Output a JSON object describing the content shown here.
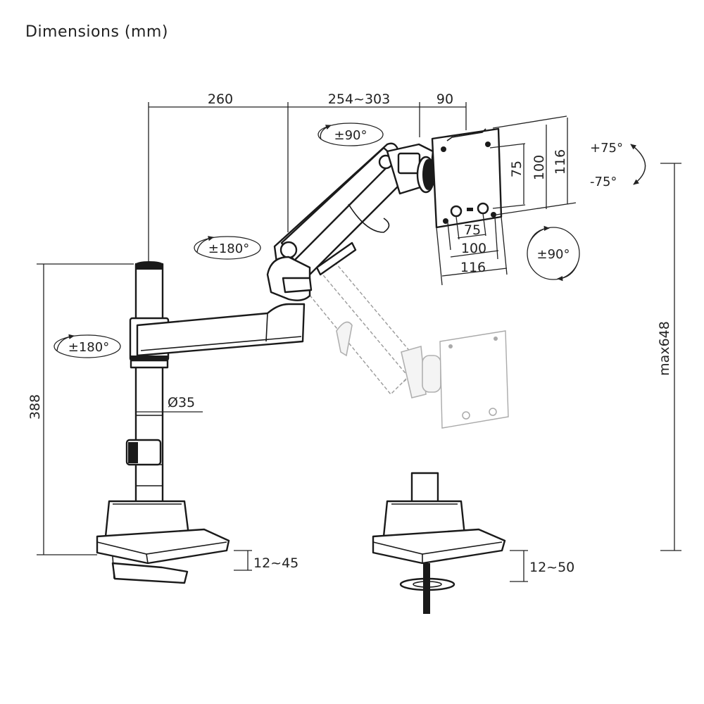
{
  "title": "Dimensions (mm)",
  "dimensions": {
    "arm_segment_1": "260",
    "arm_segment_2": "254~303",
    "arm_segment_3": "90",
    "vesa_vertical_75": "75",
    "vesa_vertical_100": "100",
    "vesa_vertical_116": "116",
    "vesa_horizontal_75": "75",
    "vesa_horizontal_100": "100",
    "vesa_horizontal_116": "116",
    "pole_height": "388",
    "pole_diameter": "Ø35",
    "max_height": "max648",
    "clamp_thickness": "12~45",
    "grommet_thickness": "12~50"
  },
  "rotations": {
    "upper_arm": "±90°",
    "elbow": "±180°",
    "base_arm": "±180°",
    "screen_rotate": "±90°",
    "tilt_up": "+75°",
    "tilt_down": "-75°"
  }
}
